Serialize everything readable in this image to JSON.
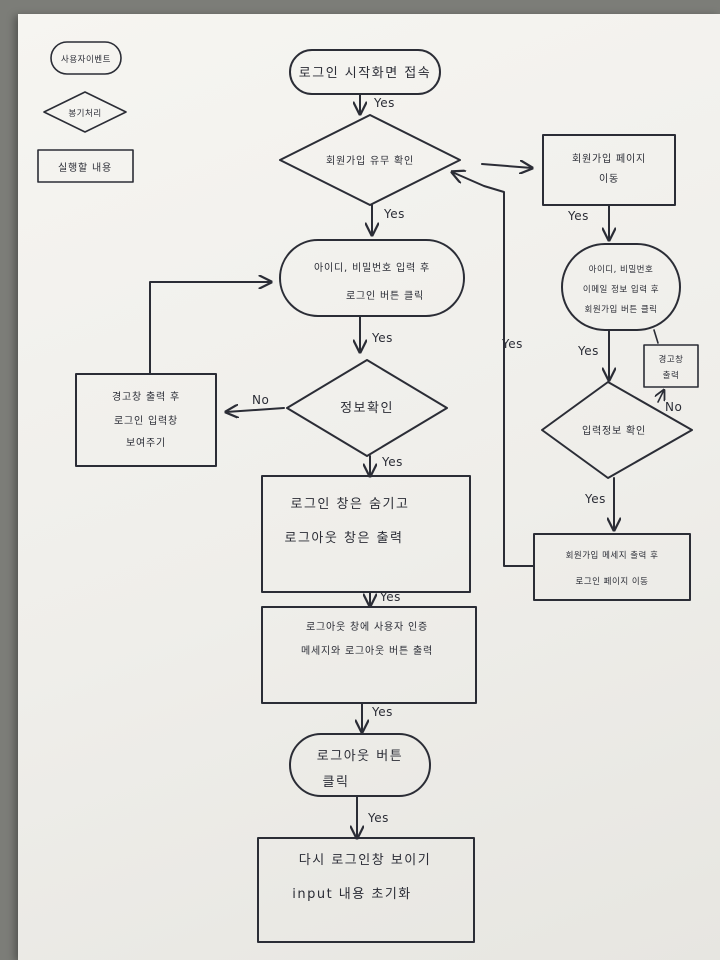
{
  "legend": {
    "user_event": "사용자이벤트",
    "processing": "봉기처리",
    "execution_content": "실행할 내용"
  },
  "nodes": {
    "start": "로그인 시작화면 접속",
    "signup_check": "회원가입 유무 확인",
    "signup_page": [
      "회원가입 페이지",
      "이동"
    ],
    "input_login": [
      "아이디, 비밀번호 입력 후",
      "로그인 버튼 클릭"
    ],
    "signup_input": [
      "아이디, 비밀번호",
      "이메일 정보 입력 후",
      "회원가입 버튼 클릭"
    ],
    "signup_warning": [
      "경고창",
      "출력"
    ],
    "info_check": "정보확인",
    "warning_box": [
      "경고창 출력 후",
      "로그인 입력창",
      "보여주기"
    ],
    "input_check": "입력정보 확인",
    "hide_login": [
      "로그인 창은 숨기고",
      "로그아웃 창은 출력"
    ],
    "signup_done": [
      "회원가입 메세지 출력 후",
      "로그인 페이지 이동"
    ],
    "logout_window": [
      "로그아웃 창에 사용자 인증",
      "메세지와 로그아웃 버튼 출력"
    ],
    "logout_click": [
      "로그아웃 버튼",
      "클릭"
    ],
    "reset": [
      "다시 로그인창 보이기",
      "input 내용 초기화"
    ]
  },
  "edges": {
    "yes": "Yes",
    "no": "No"
  }
}
